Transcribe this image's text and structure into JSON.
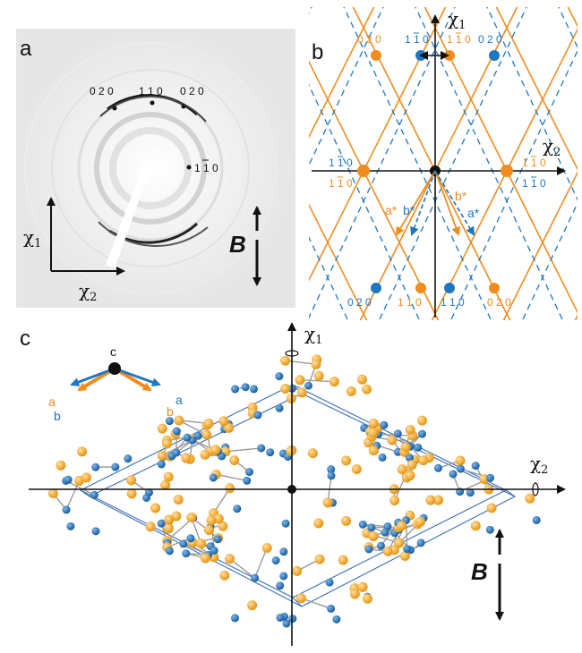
{
  "colors": {
    "orange": "#F08C1E",
    "blue": "#1F77C2",
    "dark": "#111111",
    "gold": "#F2A31F",
    "navy": "#1A63A6"
  },
  "panel_a": {
    "label": "a",
    "ring_labels": {
      "l020": "0 2 0",
      "l110": "1 1 0",
      "r020": "0 2 0",
      "l1b10": "1 1 0"
    },
    "chi1": "χ",
    "chi1_sub": "1",
    "chi2": "χ",
    "chi2_sub": "2",
    "B": "B"
  },
  "panel_b": {
    "label": "b",
    "chi1": "χ",
    "chi1_sub": "1",
    "chi2": "χ",
    "chi2_sub": "2",
    "indices": {
      "top_left_orange": "0 2 0",
      "top_mid_blue": "1 1 0",
      "top_mid_orange": "1 1 0",
      "top_right_blue": "0 2 0",
      "left_blue": "1 1 0",
      "left_orange": "1 1 0",
      "right_orange": "1 1 0",
      "right_blue": "1 1 0",
      "bot_left_blue": "0 2 0",
      "bot_mid_orange": "1 1 0",
      "bot_mid_blue": "1 1 0",
      "bot_right_orange": "0 2 0"
    },
    "vectors": {
      "a_star_orange": "a*",
      "b_star_blue": "b*",
      "b_star_orange": "b*",
      "a_star_blue": "a*"
    }
  },
  "panel_c": {
    "label": "c",
    "c_axis": "c",
    "a_orange": "a",
    "b_blue": "b",
    "b_orange": "b",
    "a_blue": "a",
    "chi1": "χ",
    "chi1_sub": "1",
    "chi2": "χ",
    "chi2_sub": "2",
    "B": "B"
  }
}
